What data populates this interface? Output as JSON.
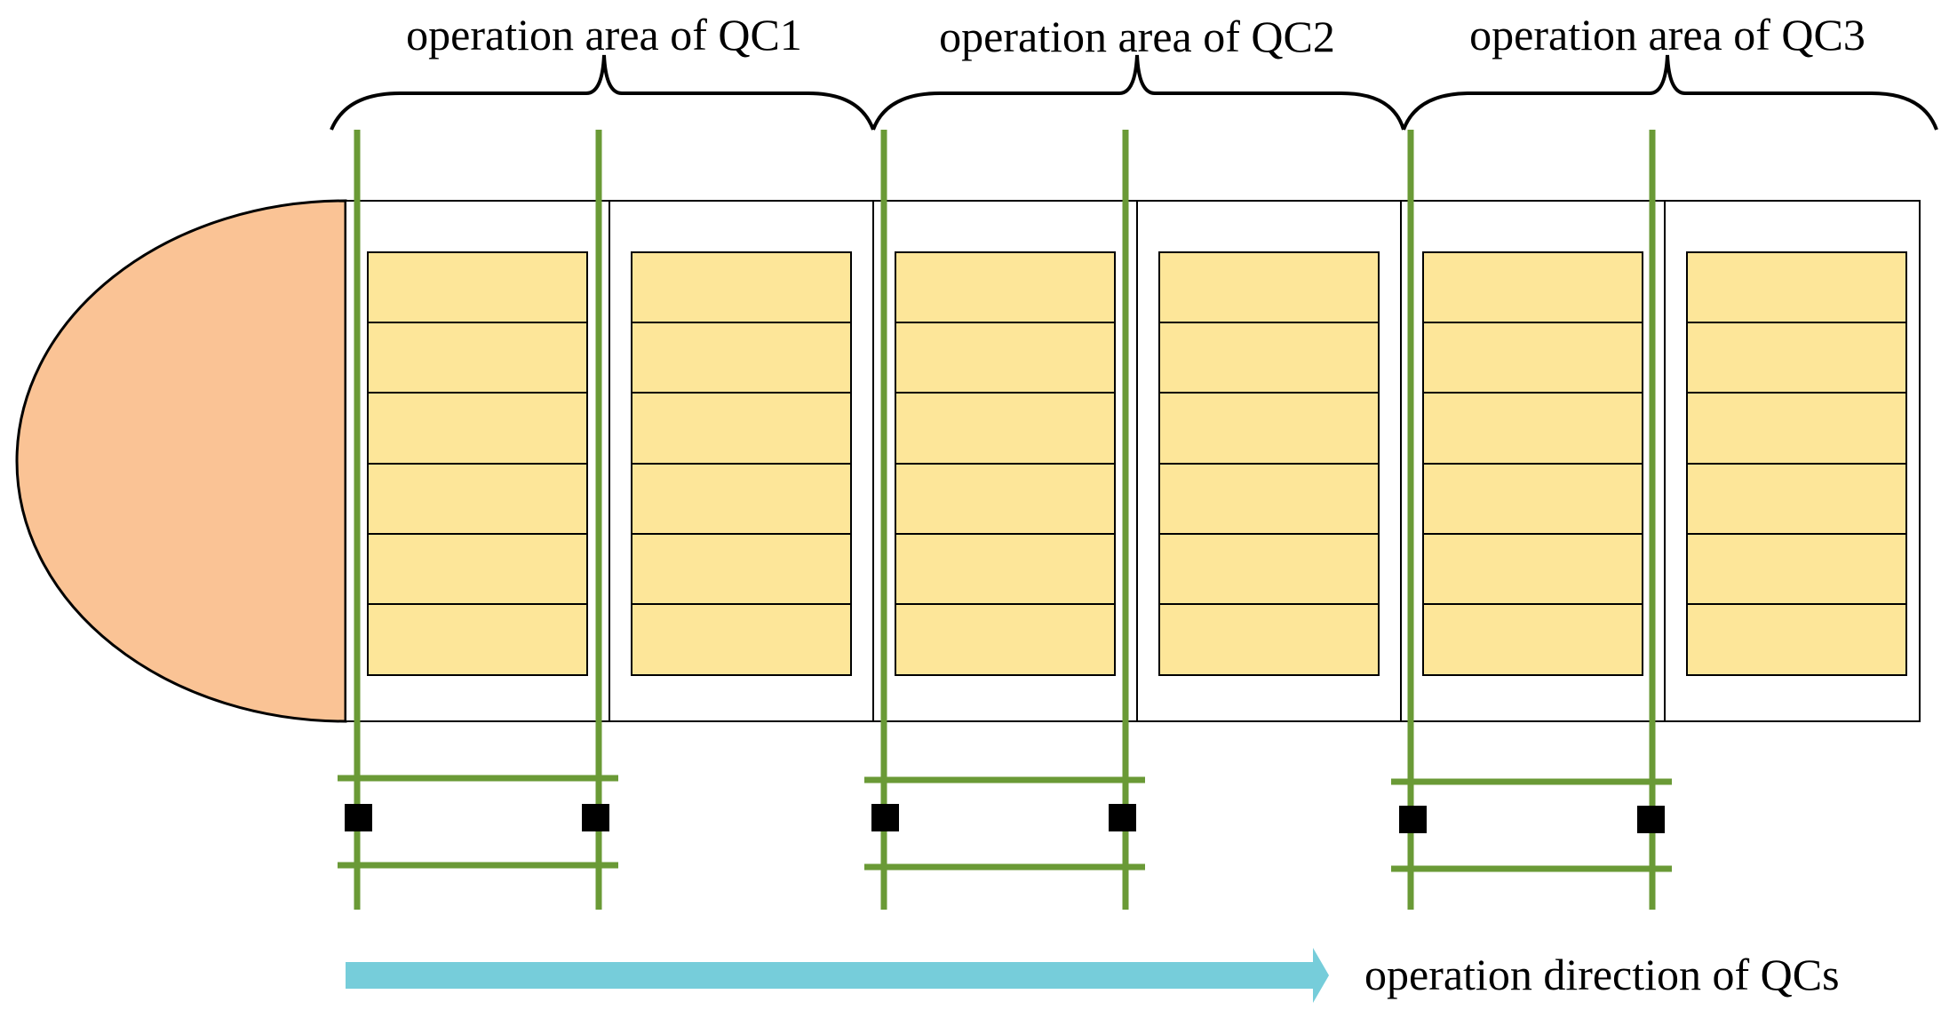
{
  "labels": {
    "area_qc1": "operation area of QC1",
    "area_qc2": "operation area of QC2",
    "area_qc3": "operation area of QC3",
    "direction": "operation direction of QCs"
  },
  "colors": {
    "bow": "#FAC395",
    "container": "#FDE699",
    "crane": "#6A9A36",
    "arrow": "#76CDDA",
    "outline": "#000000",
    "trolley": "#000000"
  },
  "layout_counts": {
    "bays": 6,
    "container_tiers_per_bay": 6,
    "quay_cranes": 3
  }
}
